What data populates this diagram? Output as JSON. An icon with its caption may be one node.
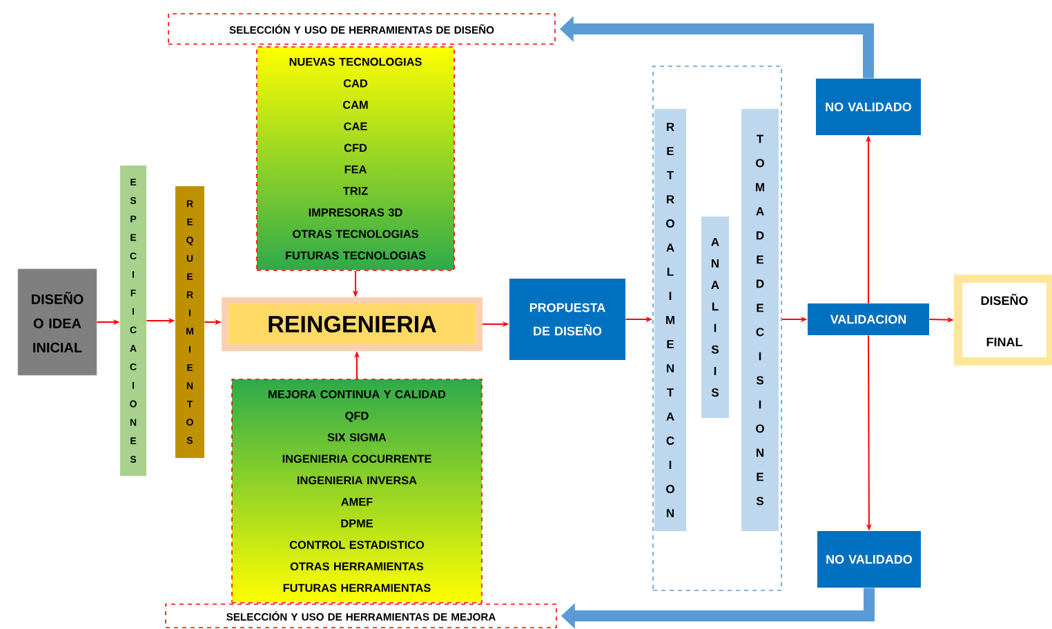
{
  "diagram": {
    "nodes": [
      {
        "text": [
          "DISEÑO O IDEA INICIAL"
        ]
      },
      {
        "text": [
          "ESPECIFICACIONES"
        ]
      },
      {
        "text": [
          "REQUERIMIENTOS"
        ]
      },
      {
        "text": [
          "SELECCIÓN Y USO DE HERRAMIENTAS DE DISEÑO"
        ]
      },
      {
        "text": [
          "NUEVAS TECNOLOGIAS",
          "CAD",
          "CAM",
          "CAE",
          "CFD",
          "FEA",
          "TRIZ",
          "IMPRESORAS 3D",
          "OTRAS TECNOLOGIAS",
          "FUTURAS TECNOLOGIAS"
        ]
      },
      {
        "text": [
          "REINGENIERIA"
        ]
      },
      {
        "text": [
          "MEJORA CONTINUA Y CALIDAD",
          "QFD",
          "SIX SIGMA",
          "INGENIERIA COCURRENTE",
          "INGENIERIA INVERSA",
          "AMEF",
          "DPME",
          "CONTROL ESTADISTICO",
          "OTRAS HERRAMIENTAS",
          "FUTURAS HERRAMIENTAS"
        ]
      },
      {
        "text": [
          "SELECCIÓN Y USO DE HERRAMIENTAS DE MEJORA"
        ]
      },
      {
        "text": [
          "PROPUESTA DE DISEÑO"
        ]
      },
      {
        "text": [],
        "shape": "box"
      },
      {
        "text": [
          "RETROALIMENTACION"
        ],
        "in": 9
      },
      {
        "text": [
          "ANALISIS"
        ],
        "in": 9
      },
      {
        "text": [
          "TOMA DE DECISIONES"
        ],
        "in": 9
      },
      {
        "text": [
          "NO VALIDADO"
        ]
      },
      {
        "text": [
          "VALIDACION"
        ]
      },
      {
        "text": [
          "DISEÑO FINAL"
        ]
      },
      {
        "text": [
          "NO VALIDADO"
        ]
      }
    ],
    "edges": [
      {
        "from": 0,
        "to": 1,
        "arrow": "to"
      },
      {
        "from": 1,
        "to": 2,
        "arrow": "to"
      },
      {
        "from": 2,
        "to": 5,
        "arrow": "to"
      },
      {
        "from": 4,
        "to": 5,
        "arrow": "to"
      },
      {
        "from": 6,
        "to": 5,
        "arrow": "to"
      },
      {
        "from": 5,
        "to": 8,
        "arrow": "to"
      },
      {
        "from": 8,
        "to": 9,
        "arrow": "to"
      },
      {
        "from": 9,
        "to": 14,
        "arrow": "to"
      },
      {
        "from": 14,
        "to": 13,
        "arrow": "to"
      },
      {
        "from": 14,
        "to": 16,
        "arrow": "to"
      },
      {
        "from": 14,
        "to": 15,
        "arrow": "to"
      },
      {
        "from": 13,
        "to": 3,
        "arrow": "to",
        "style": "thick",
        "color": "#5b9bd5"
      },
      {
        "from": 16,
        "to": 7,
        "arrow": "to",
        "style": "thick",
        "color": "#5b9bd5"
      }
    ]
  }
}
